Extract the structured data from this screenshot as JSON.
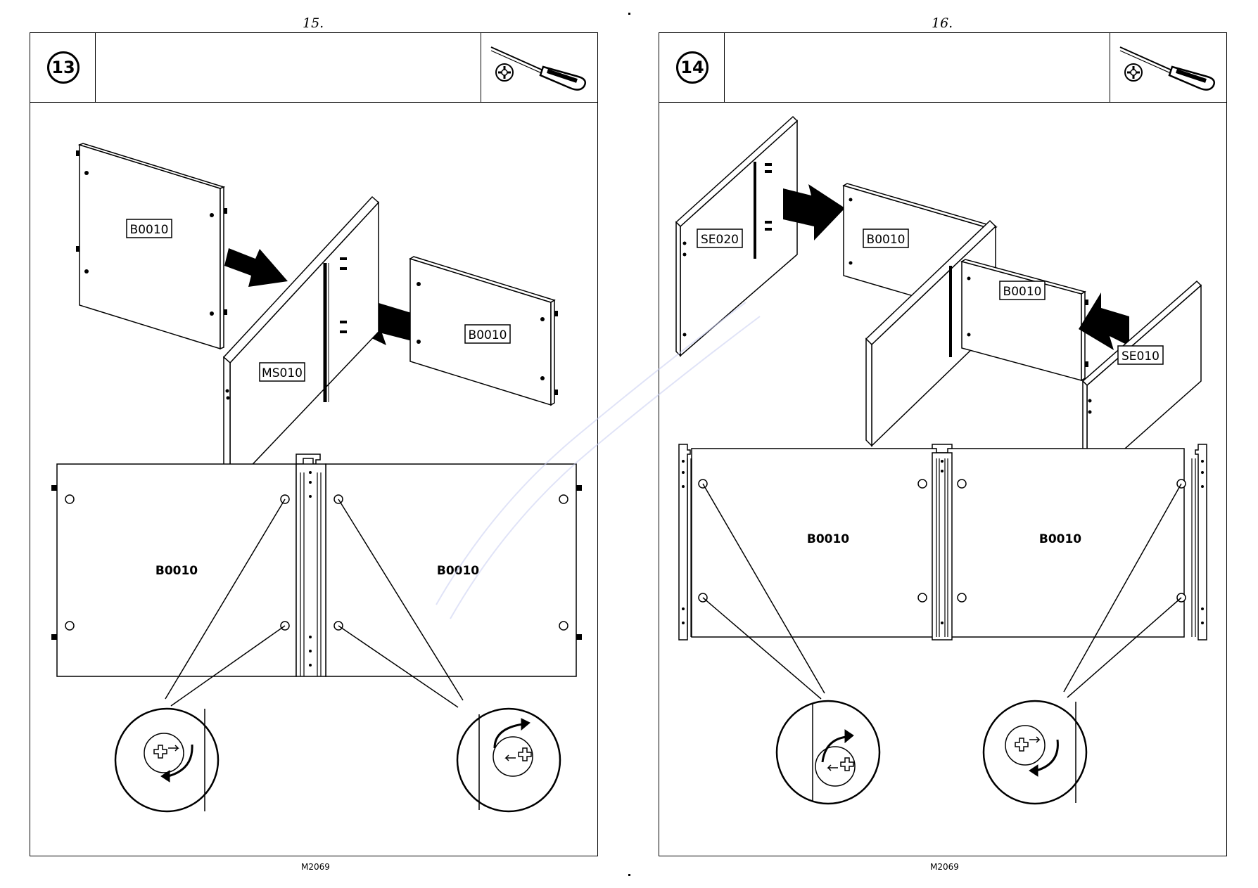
{
  "pages": [
    {
      "page_number": "15.",
      "step": "13",
      "model_code": "M2069",
      "exploded_labels": [
        "B0010",
        "MS010",
        "B0010"
      ],
      "assembled_labels": [
        "B0010",
        "B0010"
      ]
    },
    {
      "page_number": "16.",
      "step": "14",
      "model_code": "M2069",
      "exploded_labels": [
        "SE020",
        "B0010",
        "B0010",
        "SE010"
      ],
      "assembled_labels": [
        "B0010",
        "B0010"
      ]
    }
  ],
  "icons": {
    "tool": "screwdriver-icon",
    "cam_lock": "cam-lock-icon",
    "arrow": "insert-arrow-icon",
    "rotate": "rotate-arrow-icon"
  },
  "colors": {
    "line": "#000000",
    "background": "#ffffff",
    "watermark": "#c8cdf2"
  }
}
